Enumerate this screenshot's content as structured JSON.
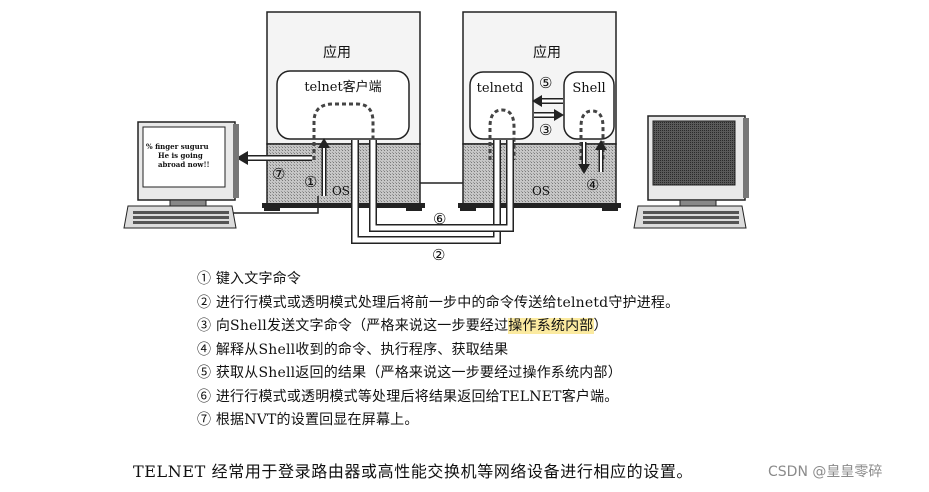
{
  "diagram": {
    "left_app_label": "应用",
    "right_app_label": "应用",
    "telnet_client": "telnet客户端",
    "telnetd": "telnetd",
    "shell": "Shell",
    "left_os": "OS",
    "right_os": "OS",
    "screen_text": [
      "% finger suguru",
      "He is going",
      "abroad now!!"
    ],
    "markers": {
      "m1": "①",
      "m2": "②",
      "m3": "③",
      "m4": "④",
      "m5": "⑤",
      "m6": "⑥",
      "m7": "⑦"
    }
  },
  "steps": {
    "s1": "① 键入文字命令",
    "s2": "② 进行行模式或透明模式处理后将前一步中的命令传送给telnetd守护进程。",
    "s3_pre": "③ 向Shell发送文字命令（严格来说这一步要经过",
    "s3_hl": "操作系统内部",
    "s3_post": "）",
    "s4": "④ 解释从Shell收到的命令、执行程序、获取结果",
    "s5": "⑤ 获取从Shell返回的结果（严格来说这一步要经过操作系统内部）",
    "s6": "⑥ 进行行模式或透明模式等处理后将结果返回给TELNET客户端。",
    "s7": "⑦ 根据NVT的设置回显在屏幕上。"
  },
  "footer": "TELNET 经常用于登录路由器或高性能交换机等网络设备进行相应的设置。",
  "watermark": "CSDN @皇皇零碎",
  "colors": {
    "highlight": "#fbeaa0",
    "os_fill": "#b9b9b9",
    "watermark": "#8b8b8b"
  }
}
